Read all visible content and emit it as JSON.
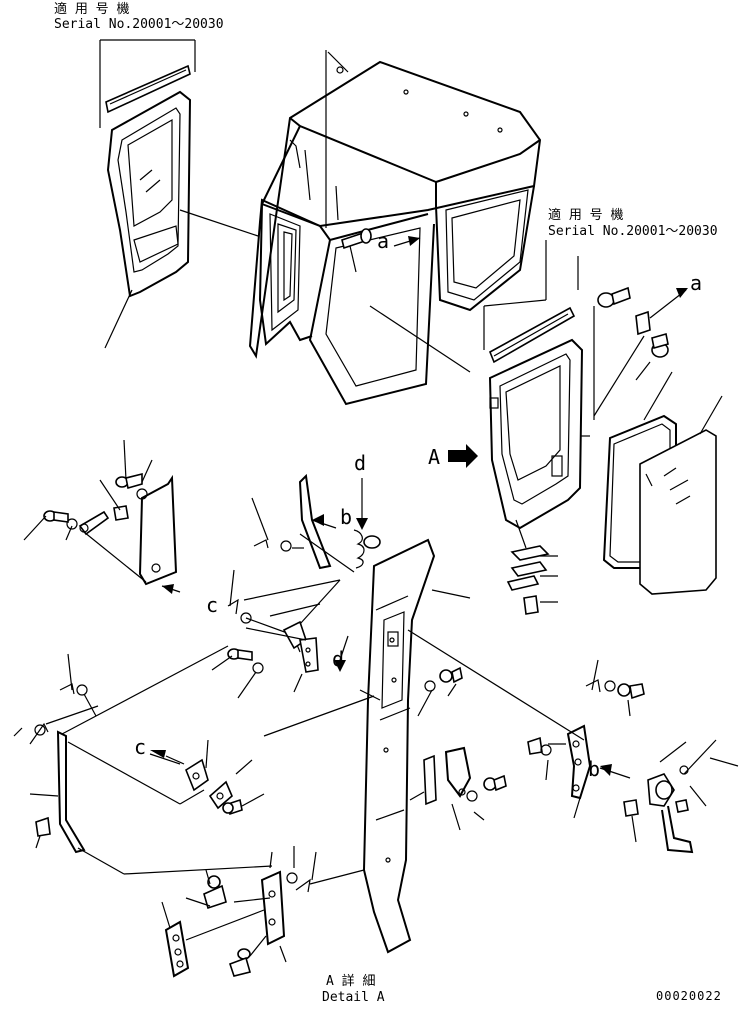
{
  "applicability_top_left": {
    "jp": "適 用 号 機",
    "serial": "Serial No.20001～20030"
  },
  "applicability_right": {
    "jp": "適 用 号 機",
    "serial": "Serial No.20001～20030"
  },
  "callouts": {
    "a_main": "a",
    "a_right": "a",
    "A_arrow": "A",
    "d_top": "d",
    "d_mid": "d",
    "b_upper": "b",
    "b_lower": "b",
    "c_upper": "c",
    "c_lower": "c"
  },
  "detail_caption": {
    "jp": "A 詳 細",
    "en": "Detail A"
  },
  "drawing_number": "00020022"
}
